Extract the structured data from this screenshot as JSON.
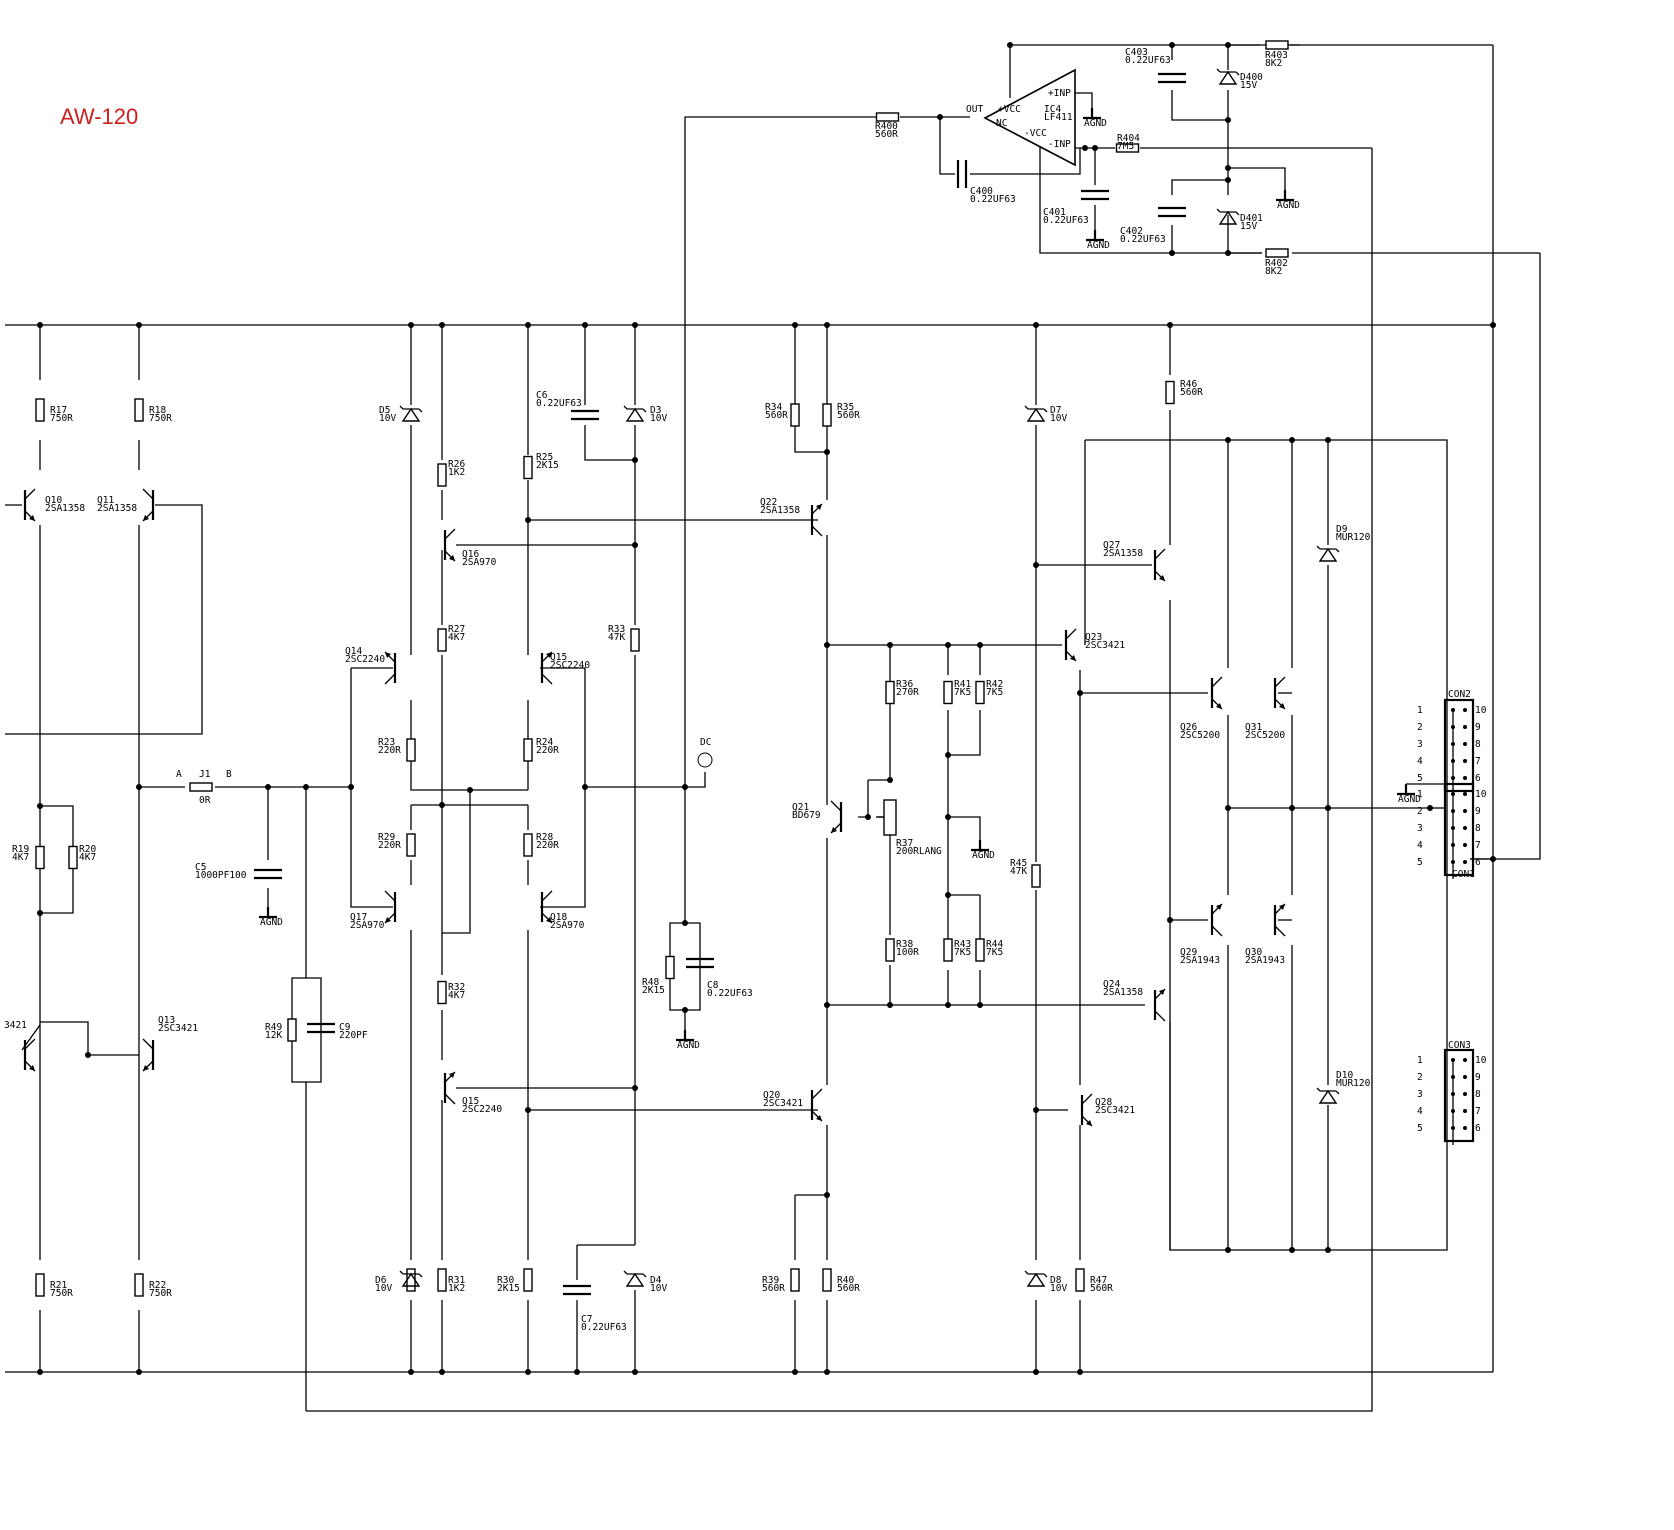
{
  "title": "AW-120",
  "colors": {
    "title": "#cc1f1f",
    "wire": "#000000",
    "background": "#ffffff"
  },
  "labels": {
    "r17": [
      "R17",
      "750R"
    ],
    "r18": [
      "R18",
      "750R"
    ],
    "r19": [
      "R19",
      "4K7"
    ],
    "r20": [
      "R20",
      "4K7"
    ],
    "r21": [
      "R21",
      "750R"
    ],
    "r22": [
      "R22",
      "750R"
    ],
    "r23": [
      "R23",
      "220R"
    ],
    "r24": [
      "R24",
      "220R"
    ],
    "r25": [
      "R25",
      "2K15"
    ],
    "r26": [
      "R26",
      "1K2"
    ],
    "r27": [
      "R27",
      "4K7"
    ],
    "r28": [
      "R28",
      "220R"
    ],
    "r29": [
      "R29",
      "220R"
    ],
    "r30": [
      "R30",
      "2K15"
    ],
    "r31": [
      "R31",
      "1K2"
    ],
    "r32": [
      "R32",
      "4K7"
    ],
    "r33": [
      "R33",
      "47K"
    ],
    "r34": [
      "R34",
      "560R"
    ],
    "r35": [
      "R35",
      "560R"
    ],
    "r36": [
      "R36",
      "270R"
    ],
    "r37": [
      "R37",
      "200RLANG"
    ],
    "r38": [
      "R38",
      "100R"
    ],
    "r39": [
      "R39",
      "560R"
    ],
    "r40": [
      "R40",
      "560R"
    ],
    "r41": [
      "R41",
      "7K5"
    ],
    "r42": [
      "R42",
      "7K5"
    ],
    "r43": [
      "R43",
      "7K5"
    ],
    "r44": [
      "R44",
      "7K5"
    ],
    "r45": [
      "R45",
      "47K"
    ],
    "r46": [
      "R46",
      "560R"
    ],
    "r47": [
      "R47",
      "560R"
    ],
    "r48": [
      "R48",
      "2K15"
    ],
    "r49": [
      "R49",
      "12K"
    ],
    "r400": [
      "R400",
      "560R"
    ],
    "r402": [
      "R402",
      "8K2"
    ],
    "r403": [
      "R403",
      "8K2"
    ],
    "r404": [
      "R404",
      "7M5"
    ],
    "c5": [
      "C5",
      "1000PF100"
    ],
    "c6": [
      "C6",
      "0.22UF63"
    ],
    "c7": [
      "C7",
      "0.22UF63"
    ],
    "c8": [
      "C8",
      "0.22UF63"
    ],
    "c9": [
      "C9",
      "220PF"
    ],
    "c400": [
      "C400",
      "0.22UF63"
    ],
    "c401": [
      "C401",
      "0.22UF63"
    ],
    "c402": [
      "C402",
      "0.22UF63"
    ],
    "c403": [
      "C403",
      "0.22UF63"
    ],
    "d3": [
      "D3",
      "10V"
    ],
    "d4": [
      "D4",
      "10V"
    ],
    "d5": [
      "D5",
      "10V"
    ],
    "d6": [
      "D6",
      "10V"
    ],
    "d7": [
      "D7",
      "10V"
    ],
    "d8": [
      "D8",
      "10V"
    ],
    "d9": [
      "D9",
      "MUR120"
    ],
    "d10": [
      "D10",
      "MUR120"
    ],
    "d400": [
      "D400",
      "15V"
    ],
    "d401": [
      "D401",
      "15V"
    ],
    "q10": [
      "Q10",
      "2SA1358"
    ],
    "q11": [
      "Q11",
      "2SA1358"
    ],
    "q12": [
      "3421",
      ""
    ],
    "q13": [
      "Q13",
      "2SC3421"
    ],
    "q14": [
      "Q14",
      "2SC2240"
    ],
    "q15a": [
      "Q15",
      "2SC2240"
    ],
    "q15b": [
      "Q15",
      "2SC2240"
    ],
    "q16": [
      "Q16",
      "2SA970"
    ],
    "q17": [
      "Q17",
      "2SA970"
    ],
    "q18": [
      "Q18",
      "2SA970"
    ],
    "q20": [
      "Q20",
      "2SC3421"
    ],
    "q21": [
      "Q21",
      "BD679"
    ],
    "q22": [
      "Q22",
      "2SA1358"
    ],
    "q23": [
      "Q23",
      "2SC3421"
    ],
    "q24": [
      "Q24",
      "2SA1358"
    ],
    "q26": [
      "Q26",
      "2SC5200"
    ],
    "q27": [
      "Q27",
      "2SA1358"
    ],
    "q28": [
      "Q28",
      "2SC3421"
    ],
    "q29": [
      "Q29",
      "2SA1943"
    ],
    "q30": [
      "Q30",
      "2SA1943"
    ],
    "q31": [
      "Q31",
      "2SC5200"
    ],
    "j1": [
      "J1",
      "0R"
    ],
    "ja": "A",
    "jb": "B",
    "dc": "DC",
    "ic4": [
      "IC4",
      "LF411"
    ],
    "ic_pins": [
      "+VCC",
      "NC",
      "-VCC",
      "+INP",
      "-INP",
      "OUT"
    ],
    "agnd": "AGND",
    "con1": "CON1",
    "con2": "CON2",
    "con3": "CON3",
    "con_left": [
      "1",
      "2",
      "3",
      "4",
      "5"
    ],
    "con_right": [
      "10",
      "9",
      "8",
      "7",
      "6"
    ]
  }
}
